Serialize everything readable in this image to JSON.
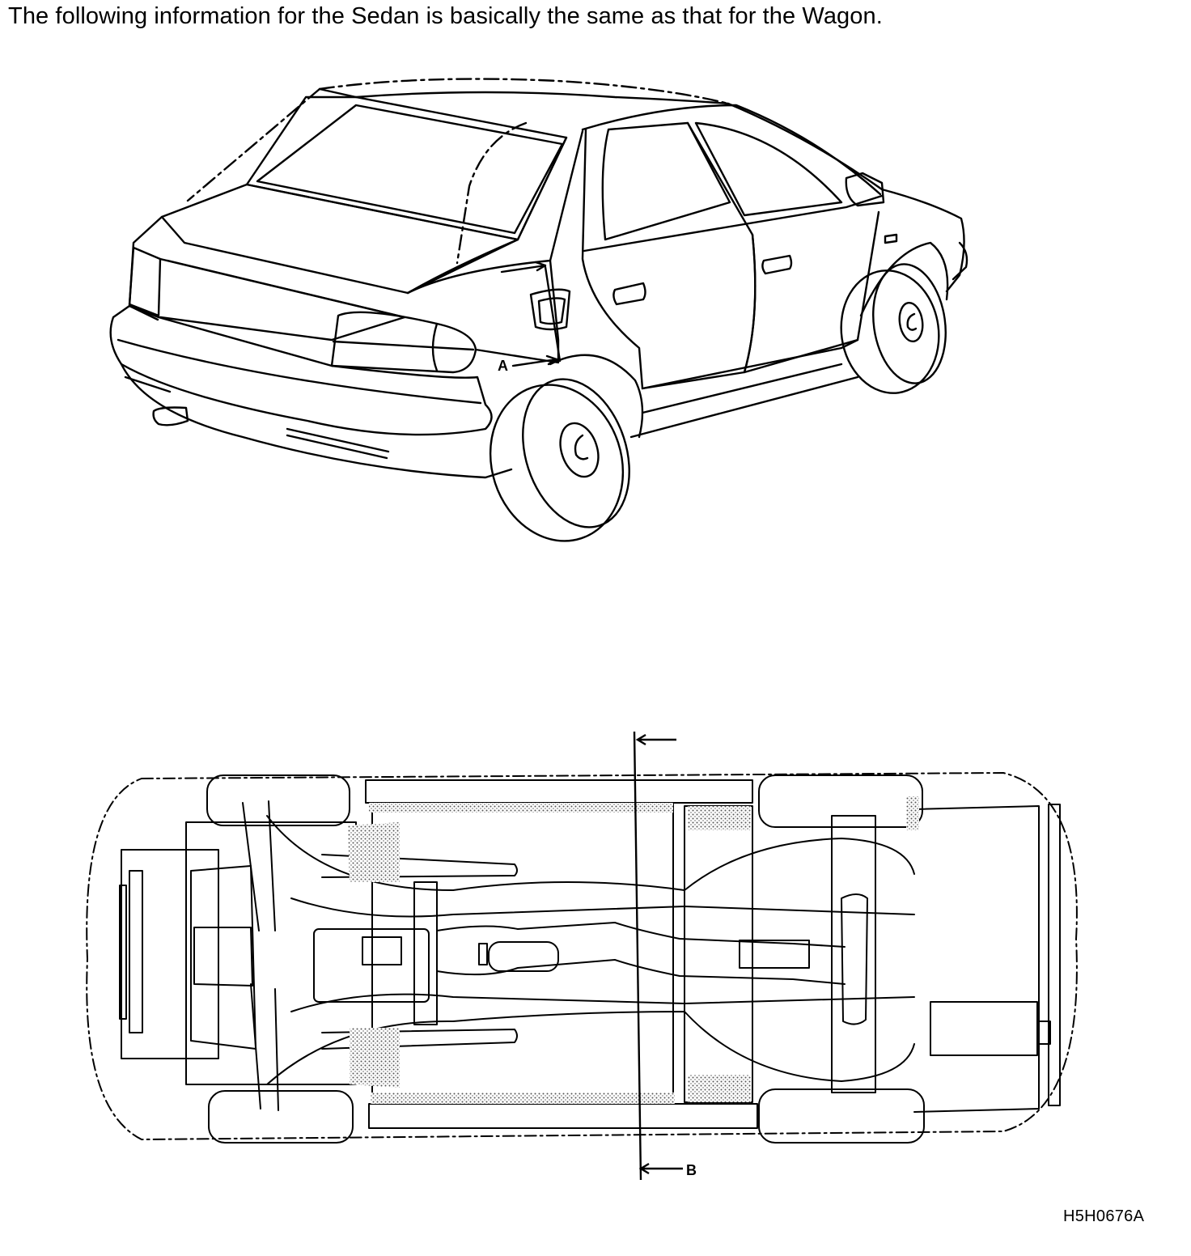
{
  "intro_text": "The following information for the Sedan is basically the same as that for the Wagon.",
  "figure": {
    "code": "H5H0676A",
    "callouts": {
      "a": "A",
      "b": "B"
    }
  },
  "colors": {
    "ink": "#000000",
    "paper": "#ffffff",
    "stipple": "#8a8a8a"
  }
}
